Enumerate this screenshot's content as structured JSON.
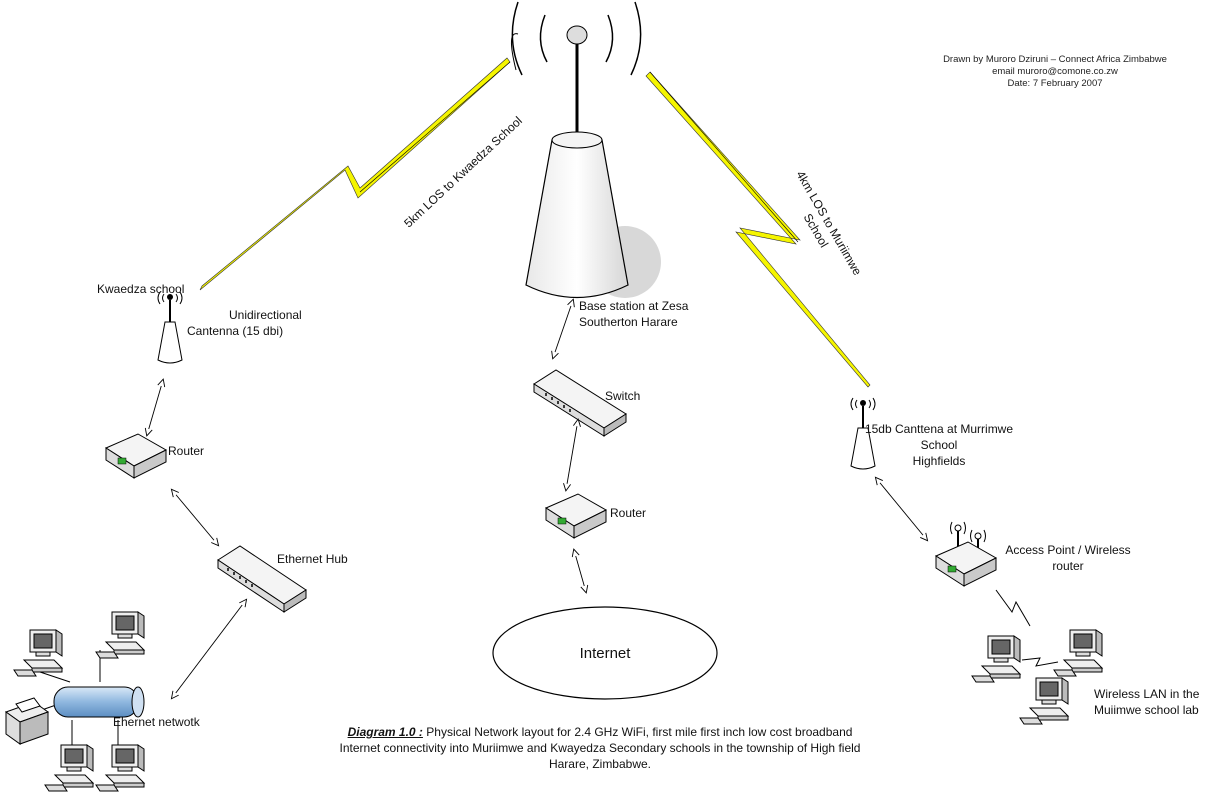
{
  "credits": {
    "line1": "Drawn by Muroro Dziruni – Connect Africa Zimbabwe",
    "line2": "email muroro@comone.co.zw",
    "line3": "Date: 7 February 2007"
  },
  "links": {
    "left": "5km LOS to Kwaedza School",
    "right_line1": "4km LOS to Muriimwe",
    "right_line2": "School"
  },
  "left_site": {
    "school": "Kwaedza school",
    "antenna_line1": "Unidirectional",
    "antenna_line2": "Cantenna (15 dbi)",
    "router": "Router",
    "hub": "Ethernet Hub",
    "lan": "Ehernet netwotk"
  },
  "center_site": {
    "base_line1": "Base station at Zesa",
    "base_line2": "Southerton Harare",
    "switch": "Switch",
    "router": "Router",
    "internet": "Internet"
  },
  "right_site": {
    "antenna_line1": "15db Canttena at Murrimwe",
    "antenna_line2": "School",
    "antenna_line3": "Highfields",
    "ap_line1": "Access Point / Wireless",
    "ap_line2": "router",
    "wlan_line1": "Wireless LAN in the",
    "wlan_line2": "Muiimwe school lab"
  },
  "caption": {
    "lead": "Diagram 1.0 :",
    "text": " Physical Network layout for 2.4 GHz WiFi, first mile first inch low cost broadband Internet connectivity into Muriimwe and Kwayedza Secondary schools in the township of High field Harare, Zimbabwe."
  },
  "colors": {
    "lightning": "#f5f500",
    "lightning_edge": "#000000",
    "device": "#f0f0f0",
    "pipe": "#9ec3e6"
  }
}
